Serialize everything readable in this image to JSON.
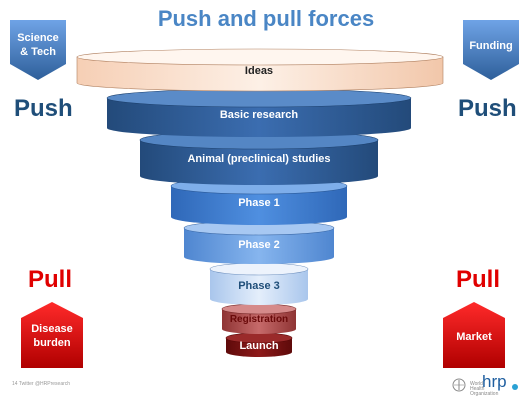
{
  "slide": {
    "title": "Push and pull forces",
    "left_top_label": "Science\n& Tech",
    "right_top_label": "Funding",
    "push_left": "Push",
    "push_right": "Push",
    "pull_left": "Pull",
    "pull_right": "Pull",
    "left_bottom_label": "Disease\nburden",
    "right_bottom_label": "Market",
    "stages": [
      "Ideas",
      "Basic research",
      "Animal (preclinical) studies",
      "Phase 1",
      "Phase 2",
      "Phase 3",
      "Registration",
      "Launch"
    ],
    "footer": "14  Twitter @HRPresearch",
    "who_text": "World Health Organization",
    "hrp_logo": "hrp"
  },
  "colors": {
    "title": "#4a86c5",
    "push": "#1f4e79",
    "pull": "#e00000",
    "ideas_fill": "#fbe3d3",
    "blue_dark": "#2e5f9a",
    "blue_mid": "#3f7fd0",
    "blue_light": "#6fa3e6",
    "phase3": "#c9dcf4",
    "registration": "#b04848",
    "launch": "#7a0f0f"
  }
}
